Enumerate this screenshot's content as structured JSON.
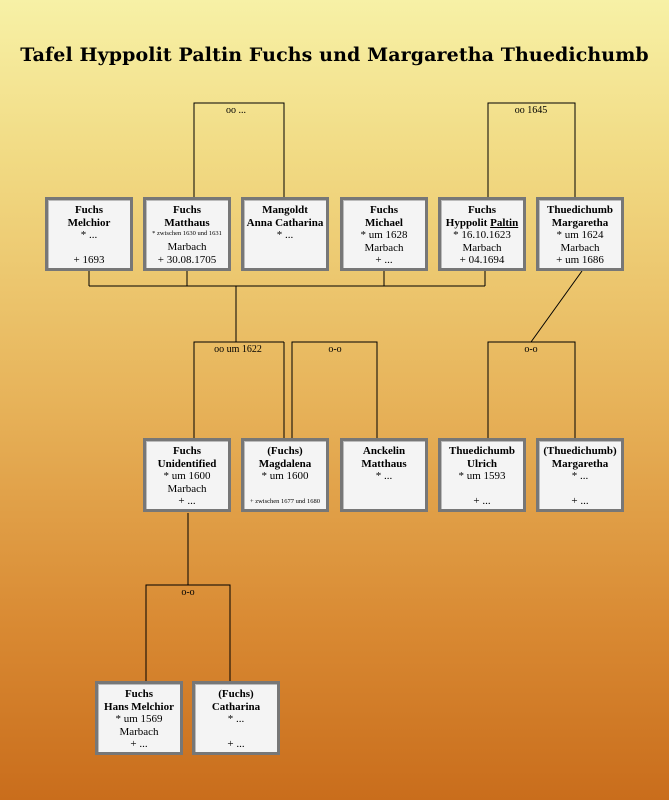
{
  "title": "Tafel Hyppolit Paltin Fuchs und Margaretha Thuedichumb",
  "marriage_labels": {
    "gen1_left": "oo ...",
    "gen1_right": "oo 1645",
    "gen2_left": "oo um 1622",
    "gen2_mid": "o-o",
    "gen2_right": "o-o",
    "gen3": "o-o"
  },
  "people": {
    "melchior": {
      "surname": "Fuchs",
      "given": "Melchior",
      "birth": "* ...",
      "place": "",
      "death": "+ 1693"
    },
    "matthaus": {
      "surname": "Fuchs",
      "given": "Matthaus",
      "birth": "* zwischen 1630 und 1631",
      "place": "Marbach",
      "death": "+ 30.08.1705"
    },
    "anna": {
      "surname": "Mangoldt",
      "given": "Anna Catharina",
      "birth": "* ...",
      "place": "",
      "death": ""
    },
    "michael": {
      "surname": "Fuchs",
      "given": "Michael",
      "birth": "* um 1628",
      "place": "Marbach",
      "death": "+ ..."
    },
    "hyppolit": {
      "surname": "Fuchs",
      "given1": "Hyppolit ",
      "given2": "Paltin",
      "birth": "* 16.10.1623",
      "place": "Marbach",
      "death": "+ 04.1694"
    },
    "margaretha": {
      "surname": "Thuedichumb",
      "given": "Margaretha",
      "birth": "* um 1624",
      "place": "Marbach",
      "death": "+ um 1686"
    },
    "unidentified": {
      "surname": "Fuchs",
      "given": "Unidentified",
      "birth": "* um 1600",
      "place": "Marbach",
      "death": "+ ..."
    },
    "magdalena": {
      "surname": "(Fuchs)",
      "given": "Magdalena",
      "birth": "* um 1600",
      "place": "",
      "death": "+ zwischen 1677 und 1680"
    },
    "anckelin": {
      "surname": "Anckelin",
      "given": "Matthaus",
      "birth": "* ...",
      "place": "",
      "death": ""
    },
    "ulrich": {
      "surname": "Thuedichumb",
      "given": "Ulrich",
      "birth": "* um 1593",
      "place": "",
      "death": "+ ..."
    },
    "margaretha2": {
      "surname": "(Thuedichumb)",
      "given": "Margaretha",
      "birth": "* ...",
      "place": "",
      "death": "+ ..."
    },
    "hansmelchior": {
      "surname": "Fuchs",
      "given": "Hans Melchior",
      "birth": "* um 1569",
      "place": "Marbach",
      "death": "+ ..."
    },
    "catharina": {
      "surname": "(Fuchs)",
      "given": "Catharina",
      "birth": "* ...",
      "place": "",
      "death": "+ ..."
    }
  }
}
